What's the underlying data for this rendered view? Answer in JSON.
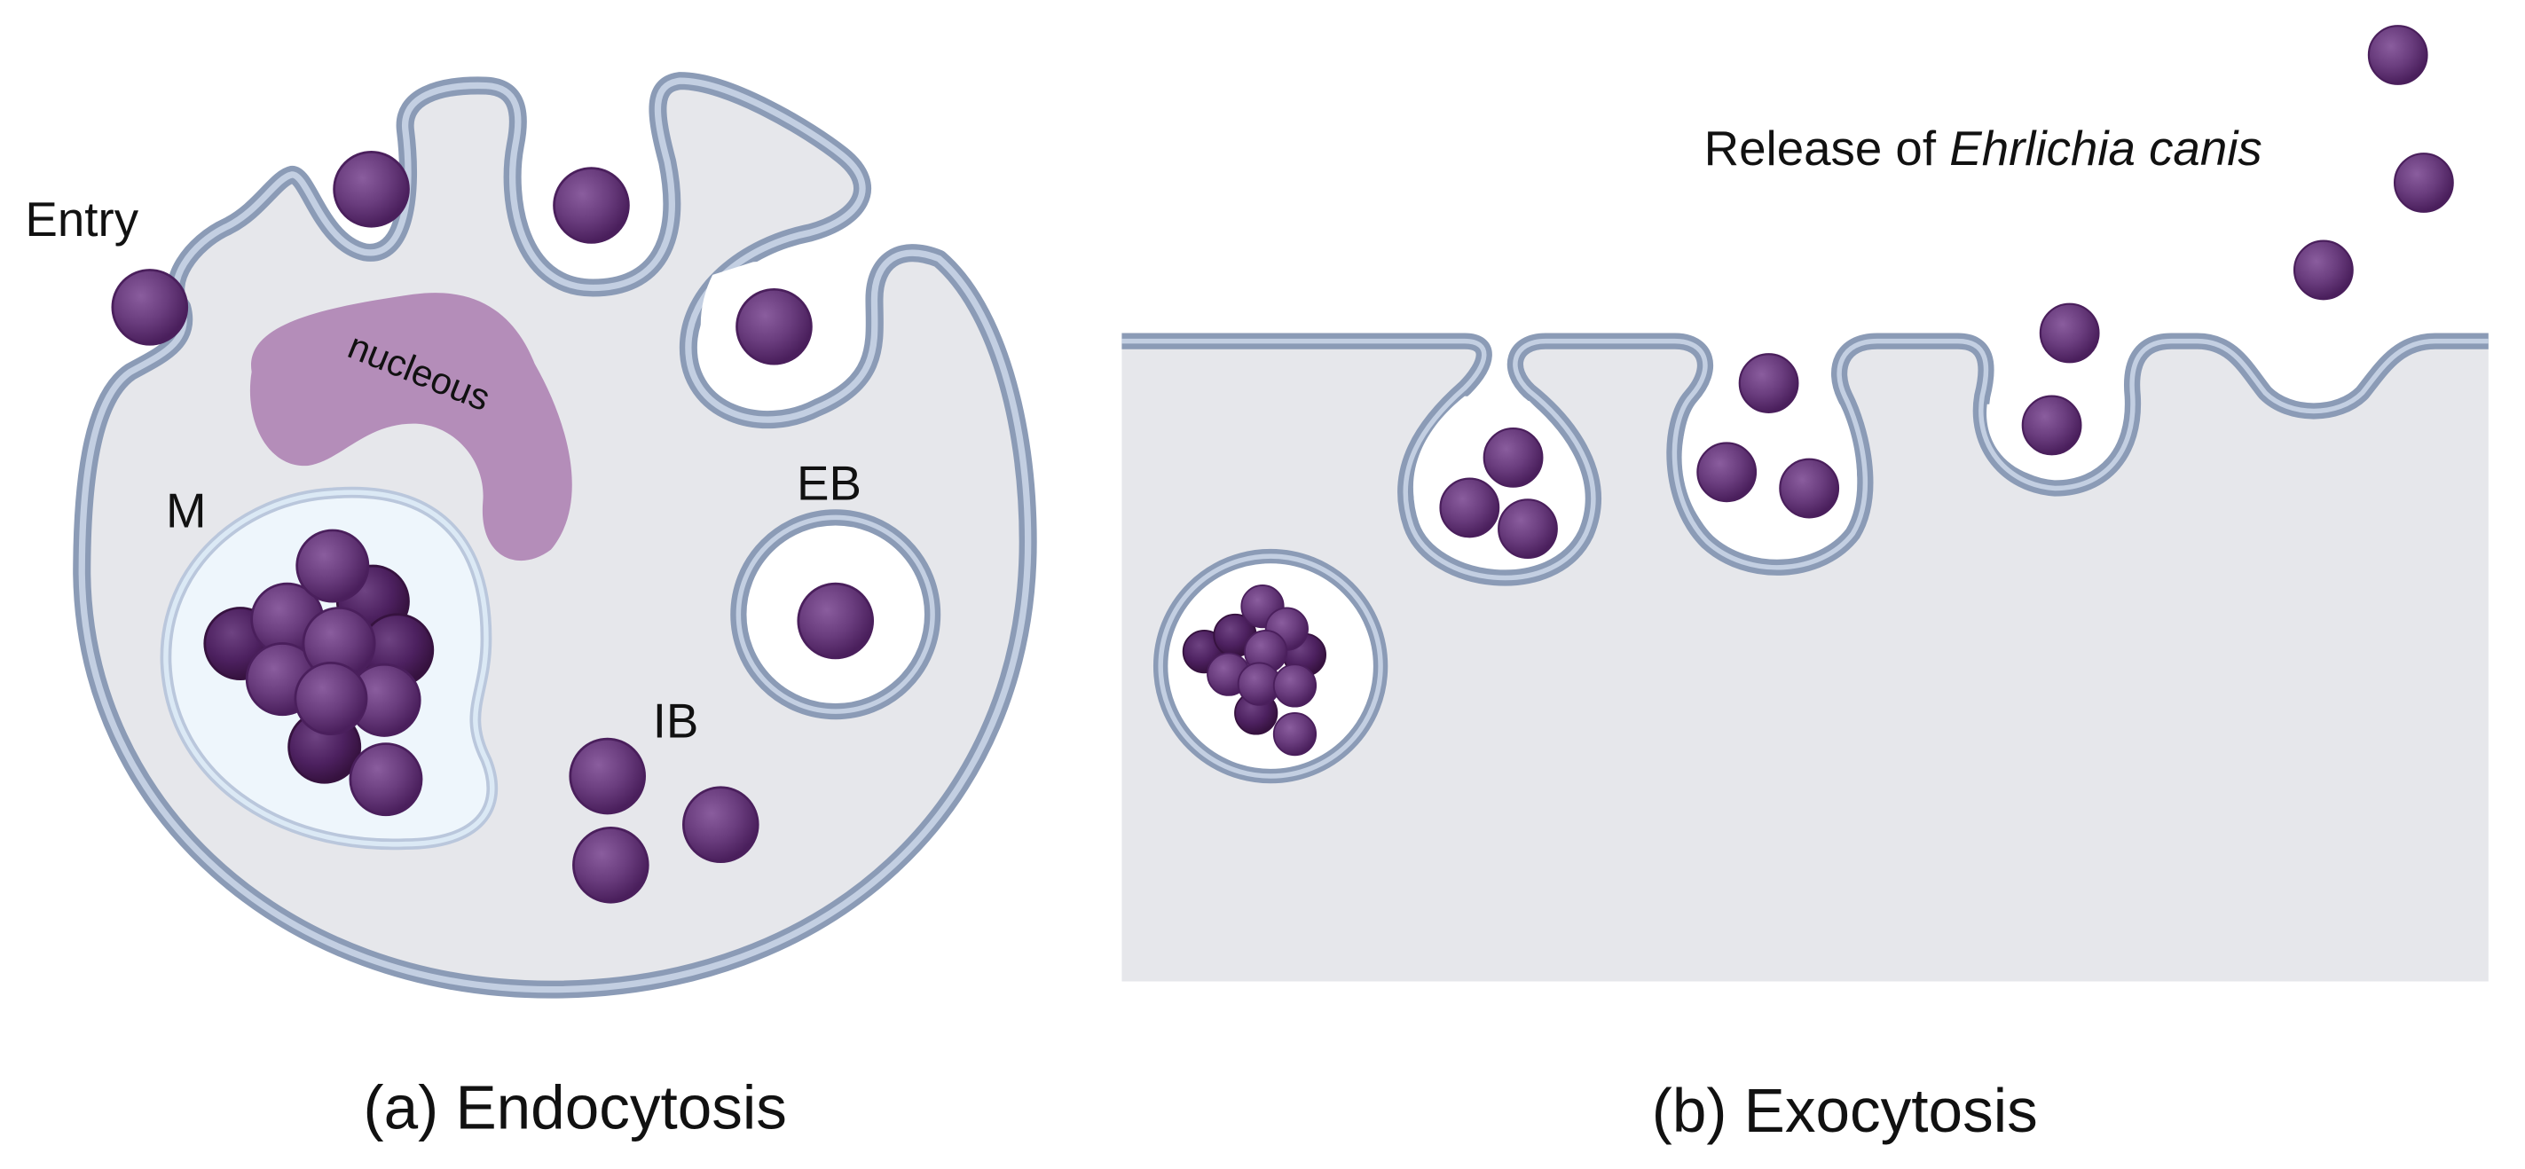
{
  "labels": {
    "entry": "Entry",
    "nucleus": "nucleous",
    "m": "M",
    "eb": "EB",
    "ib": "IB",
    "release_prefix": "Release of ",
    "release_species": "Ehrlichia canis"
  },
  "captions": {
    "a": "(a) Endocytosis",
    "b": "(b) Exocytosis"
  },
  "colors": {
    "cytoplasm": "#e6e7eb",
    "membrane_fill": "#bac7dc",
    "membrane_edge": "#8b9bb6",
    "bacterium": "#6a3d7e",
    "bacterium_dark": "#4d2160",
    "nucleus": "#b48db9",
    "morula_fill": "#eef6fc",
    "morula_ring": "#c8dcee",
    "vacuole": "#ffffff"
  }
}
